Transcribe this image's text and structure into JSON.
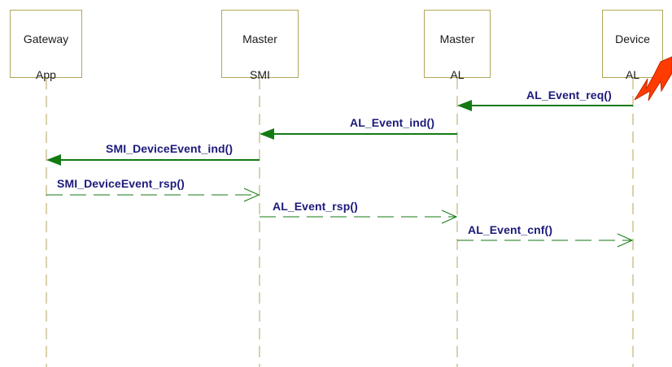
{
  "lifelines": [
    {
      "id": "gateway",
      "label_line1": "Gateway",
      "label_line2": "App"
    },
    {
      "id": "smi",
      "label_line1": "Master",
      "label_line2": "SMI"
    },
    {
      "id": "mal",
      "label_line1": "Master",
      "label_line2": "AL"
    },
    {
      "id": "dal",
      "label_line1": "Device",
      "label_line2": "AL"
    }
  ],
  "messages": [
    {
      "label": "AL_Event_req()",
      "from": "dal",
      "to": "mal",
      "kind": "sync"
    },
    {
      "label": "AL_Event_ind()",
      "from": "mal",
      "to": "smi",
      "kind": "sync"
    },
    {
      "label": "SMI_DeviceEvent_ind()",
      "from": "smi",
      "to": "gateway",
      "kind": "sync"
    },
    {
      "label": "SMI_DeviceEvent_rsp()",
      "from": "gateway",
      "to": "smi",
      "kind": "return"
    },
    {
      "label": "AL_Event_rsp()",
      "from": "smi",
      "to": "mal",
      "kind": "return"
    },
    {
      "label": "AL_Event_cnf()",
      "from": "mal",
      "to": "dal",
      "kind": "return"
    }
  ],
  "colors": {
    "lifeline": "#b3a65a",
    "arrow": "#137a13",
    "label": "#1c1a7a",
    "event_bolt": "#ff3b00"
  },
  "icons": {
    "event": "lightning-bolt-icon"
  }
}
